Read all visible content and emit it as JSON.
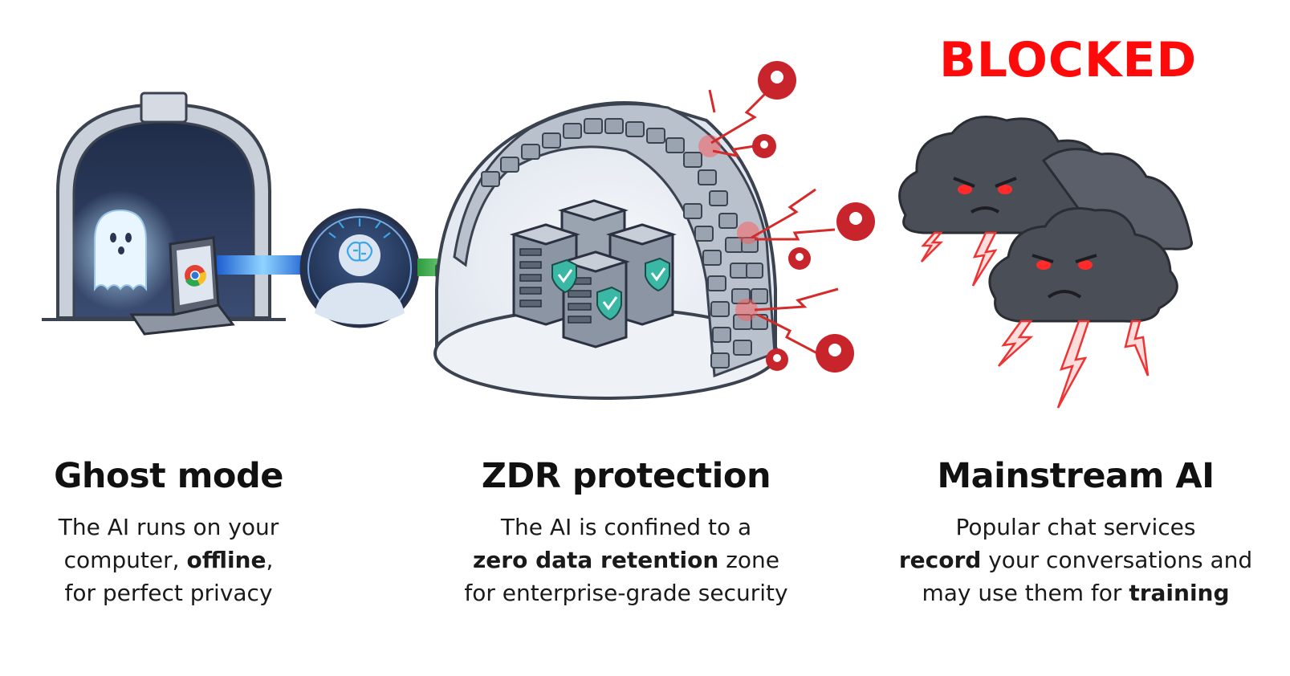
{
  "blocked_label": "BLOCKED",
  "colors": {
    "blocked": "#ff0a0a",
    "tunnel_beam": "#2f7fe0",
    "secure_beam": "#3fbf4f",
    "threat": "#c8242c",
    "cloud": "#4a4e57",
    "cloud_eyes": "#ff2b2b"
  },
  "icons": [
    "ghost-icon",
    "laptop-icon",
    "chrome-icon",
    "brain-avatar-icon",
    "padlock-icon",
    "server-rack-icon",
    "shield-check-icon",
    "skull-icon",
    "lightning-icon",
    "storm-cloud-icon"
  ],
  "panels": [
    {
      "title": "Ghost mode",
      "lines": [
        [
          "The AI runs on your"
        ],
        [
          "computer, ",
          "offline",
          ","
        ],
        [
          "for perfect privacy"
        ]
      ]
    },
    {
      "title": "ZDR protection",
      "lines": [
        [
          "The AI is confined to a"
        ],
        [
          "",
          "zero data retention",
          " zone"
        ],
        [
          "for enterprise-grade security"
        ]
      ]
    },
    {
      "title": "Mainstream AI",
      "lines": [
        [
          "Popular chat services"
        ],
        [
          "",
          "record",
          " your conversations and"
        ],
        [
          "may use them for ",
          "training",
          ""
        ]
      ]
    }
  ]
}
